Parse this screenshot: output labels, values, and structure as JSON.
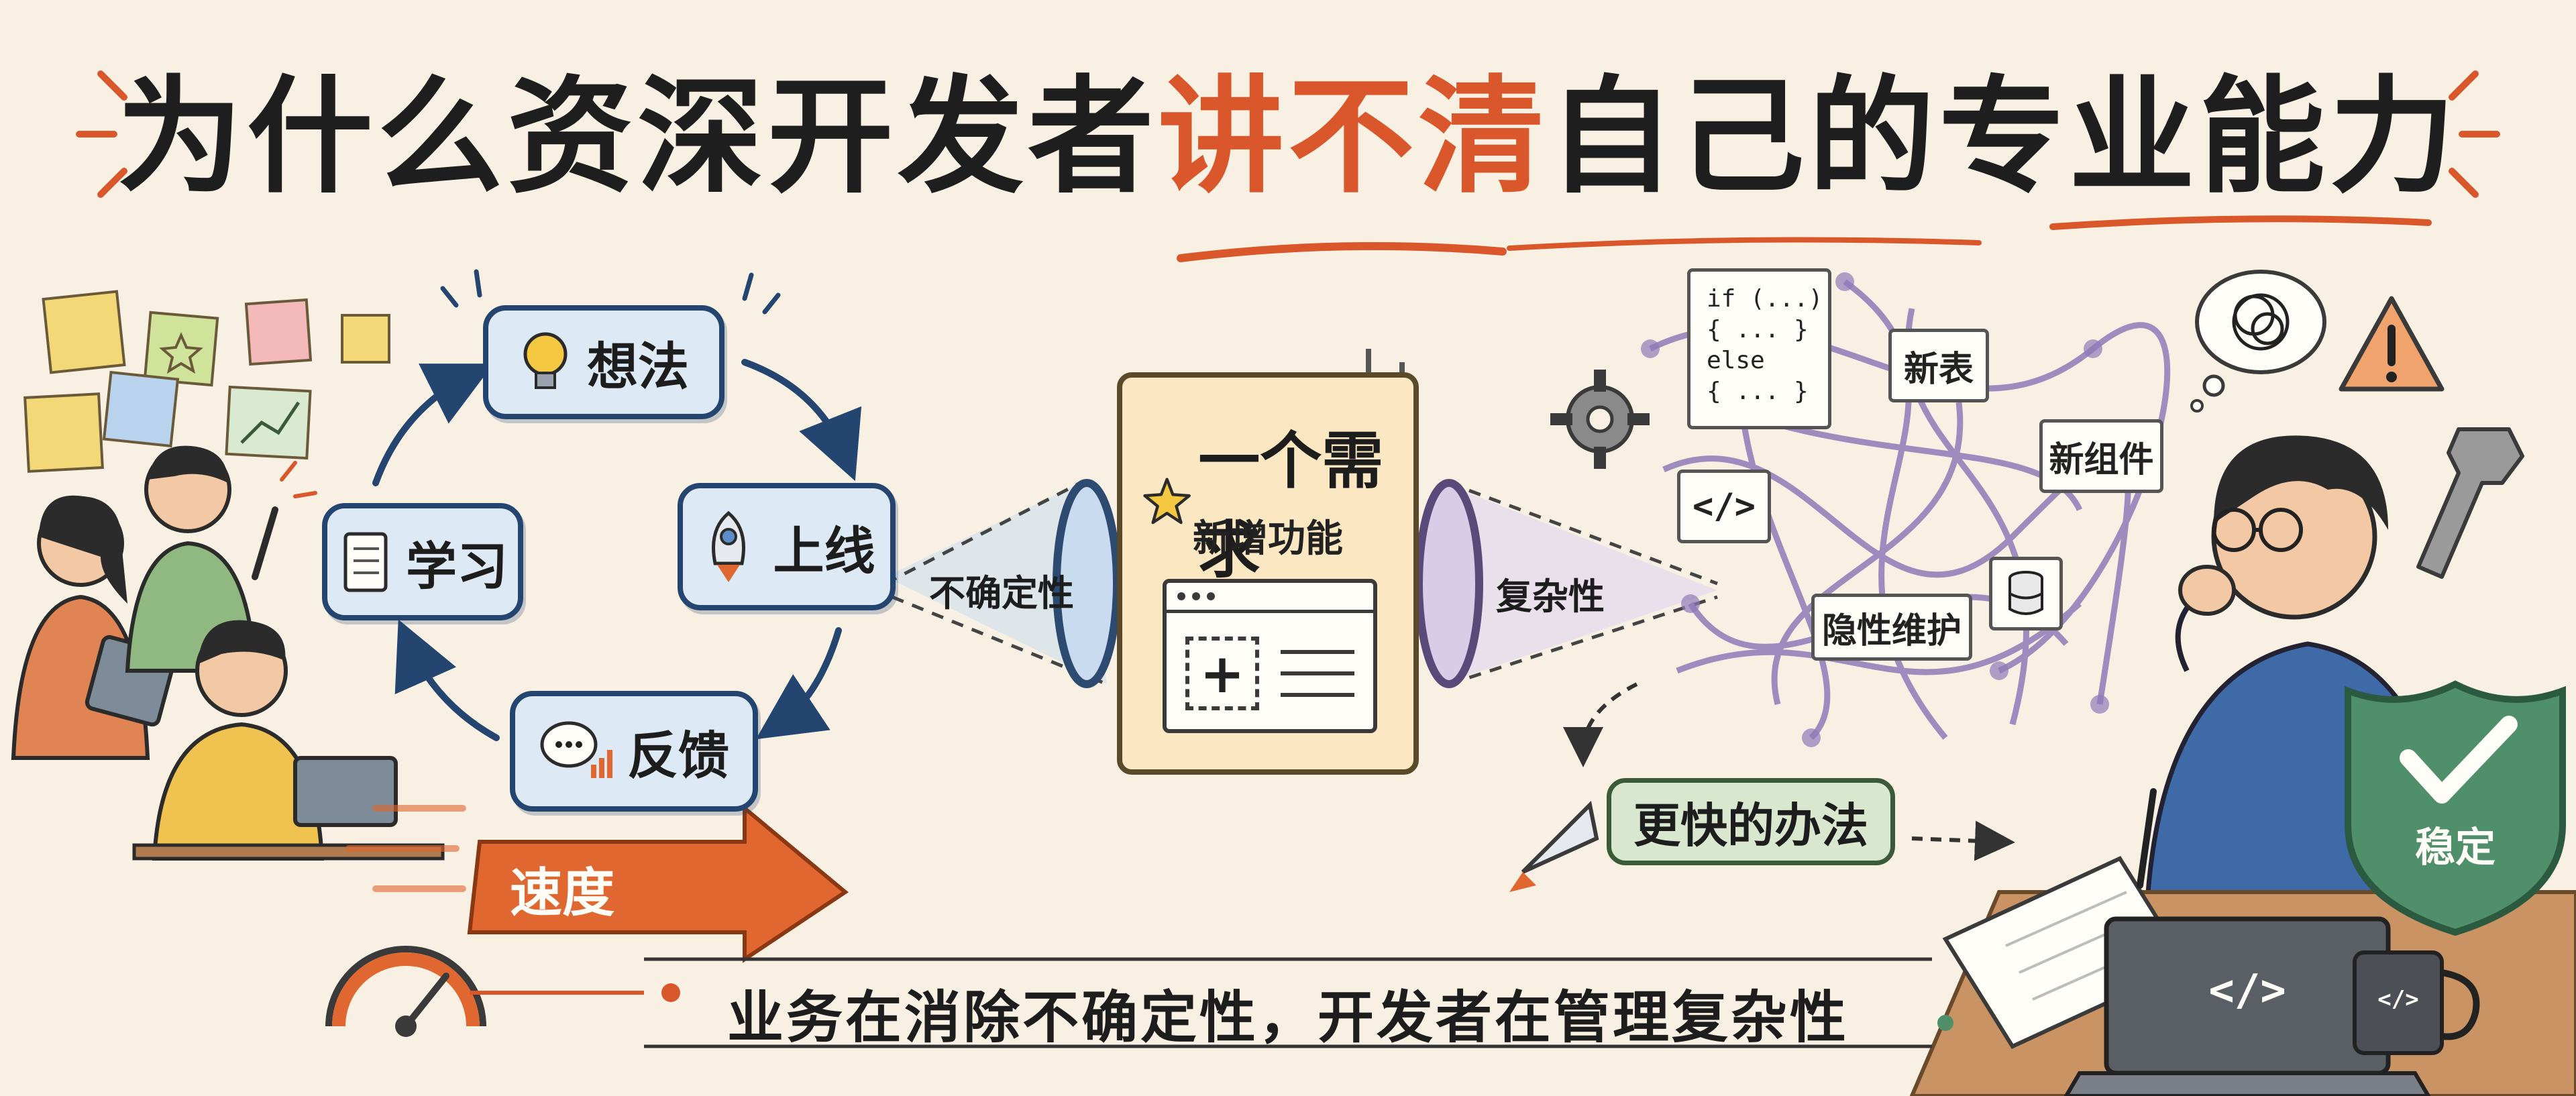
{
  "title": {
    "part1": "为什么资深开发者",
    "part2": "讲不清",
    "part3": "自己的专业能力"
  },
  "cycle": {
    "idea": "想法",
    "launch": "上线",
    "feedback": "反馈",
    "learn": "学习"
  },
  "speed_label": "速度",
  "center_panel": {
    "title": "一个需求",
    "subtitle": "新增功能"
  },
  "left_cone_label": "不确定性",
  "right_cone_label": "复杂性",
  "code_card": {
    "lines": [
      "if (...)",
      "{ ... }",
      "else",
      "{ ... }"
    ]
  },
  "tags": {
    "new_table": "新表",
    "new_component": "新组件",
    "code_symbol": "</>",
    "hidden_maintenance": "隐性维护"
  },
  "faster_way": "更快的办法",
  "shield_label": "稳定",
  "laptop_symbol": "</>",
  "mug_symbol": "</>",
  "bottom_text": "业务在消除不确定性，开发者在管理复杂性",
  "colors": {
    "accent_orange": "#d9572b",
    "cycle_blue": "#23456f",
    "box_blue_fill": "#dde9f4",
    "purple_tangle": "#8f7bb8",
    "shield_green": "#4f8f6a",
    "background": "#f8f1e3"
  }
}
